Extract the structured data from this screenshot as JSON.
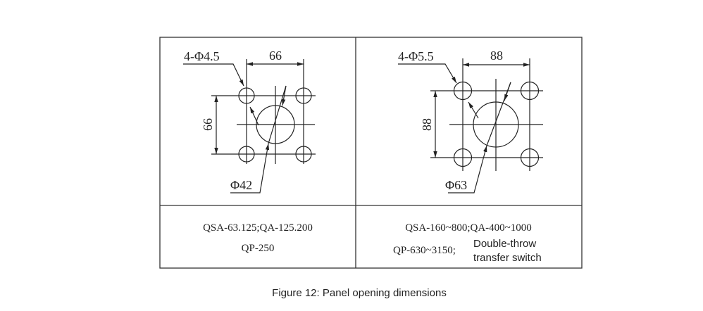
{
  "panels": [
    {
      "hole_label": "4-Φ4.5",
      "width_dim": "66",
      "height_dim": "66",
      "center_label": "Φ42",
      "models_line1": "QSA-63.125;QA-125.200",
      "models_line2": "QP-250"
    },
    {
      "hole_label": "4-Φ5.5",
      "width_dim": "88",
      "height_dim": "88",
      "center_label": "Φ63",
      "models_line1": "QSA-160~800;QA-400~1000",
      "models_line2": "QP-630~3150;",
      "note_line1": "Double-throw",
      "note_line2": "transfer switch"
    }
  ],
  "caption": "Figure 12: Panel opening dimensions"
}
